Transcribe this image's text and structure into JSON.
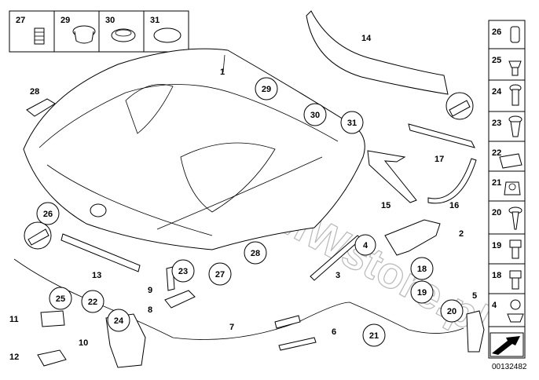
{
  "watermark": "www.BMWstore.pl",
  "diagram_code": "00132482",
  "top_strip": [
    "27",
    "29",
    "30",
    "31"
  ],
  "side_strip": [
    "26",
    "25",
    "24",
    "23",
    "22",
    "21",
    "20",
    "19",
    "18",
    "4"
  ],
  "callouts_plain": {
    "p1": "1",
    "p2": "2",
    "p3": "3",
    "p5": "5",
    "p6": "6",
    "p7": "7",
    "p8": "8",
    "p9": "9",
    "p10": "10",
    "p11": "11",
    "p12": "12",
    "p13": "13",
    "p14": "14",
    "p15": "15",
    "p16": "16",
    "p17": "17",
    "p28": "28"
  },
  "callouts_circled": {
    "c29": "29",
    "c30": "30",
    "c31": "31",
    "c26": "26",
    "c28": "28",
    "c27": "27",
    "c4": "4",
    "c23": "23",
    "c18": "18",
    "c19": "19",
    "c25": "25",
    "c22": "22",
    "c24": "24",
    "c21": "21",
    "c20": "20"
  },
  "colors": {
    "line": "#000000",
    "watermark": "#b8b8b8",
    "frame": "#000000"
  }
}
